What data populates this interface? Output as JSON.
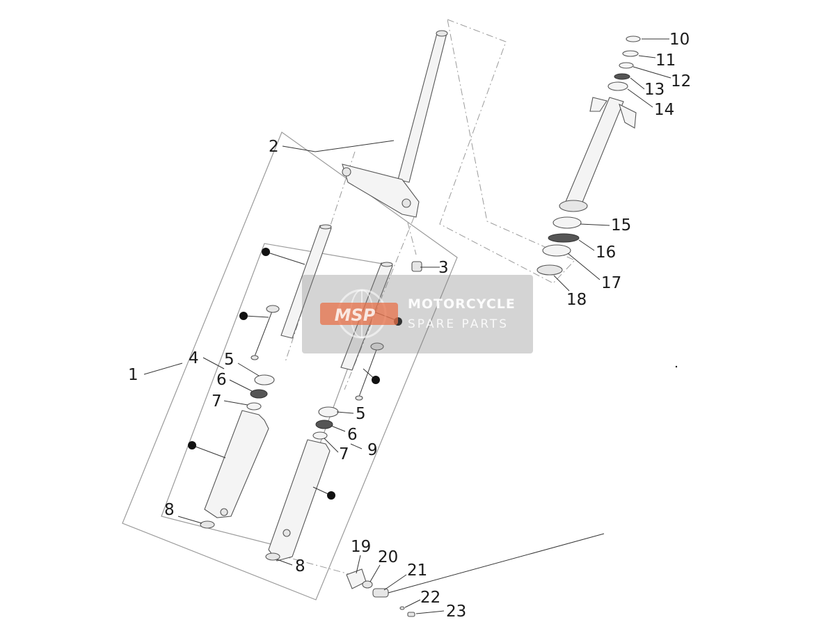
{
  "callouts": [
    {
      "id": "1",
      "label": "1"
    },
    {
      "id": "2",
      "label": "2"
    },
    {
      "id": "3",
      "label": "3"
    },
    {
      "id": "4",
      "label": "4"
    },
    {
      "id": "5a",
      "label": "5"
    },
    {
      "id": "5b",
      "label": "5"
    },
    {
      "id": "6a",
      "label": "6"
    },
    {
      "id": "6b",
      "label": "6"
    },
    {
      "id": "7a",
      "label": "7"
    },
    {
      "id": "7b",
      "label": "7"
    },
    {
      "id": "8a",
      "label": "8"
    },
    {
      "id": "8b",
      "label": "8"
    },
    {
      "id": "9",
      "label": "9"
    },
    {
      "id": "10",
      "label": "10"
    },
    {
      "id": "11",
      "label": "11"
    },
    {
      "id": "12",
      "label": "12"
    },
    {
      "id": "13",
      "label": "13"
    },
    {
      "id": "14",
      "label": "14"
    },
    {
      "id": "15",
      "label": "15"
    },
    {
      "id": "16",
      "label": "16"
    },
    {
      "id": "17",
      "label": "17"
    },
    {
      "id": "18",
      "label": "18"
    },
    {
      "id": "19",
      "label": "19"
    },
    {
      "id": "20",
      "label": "20"
    },
    {
      "id": "21",
      "label": "21"
    },
    {
      "id": "22",
      "label": "22"
    },
    {
      "id": "23",
      "label": "23"
    }
  ],
  "watermark": {
    "logo_text": "MSP",
    "line1": "MOTORCYCLE",
    "line2": "SPARE PARTS"
  },
  "colors": {
    "logo_accent": "#e8724a",
    "watermark_bg": "#787878"
  }
}
